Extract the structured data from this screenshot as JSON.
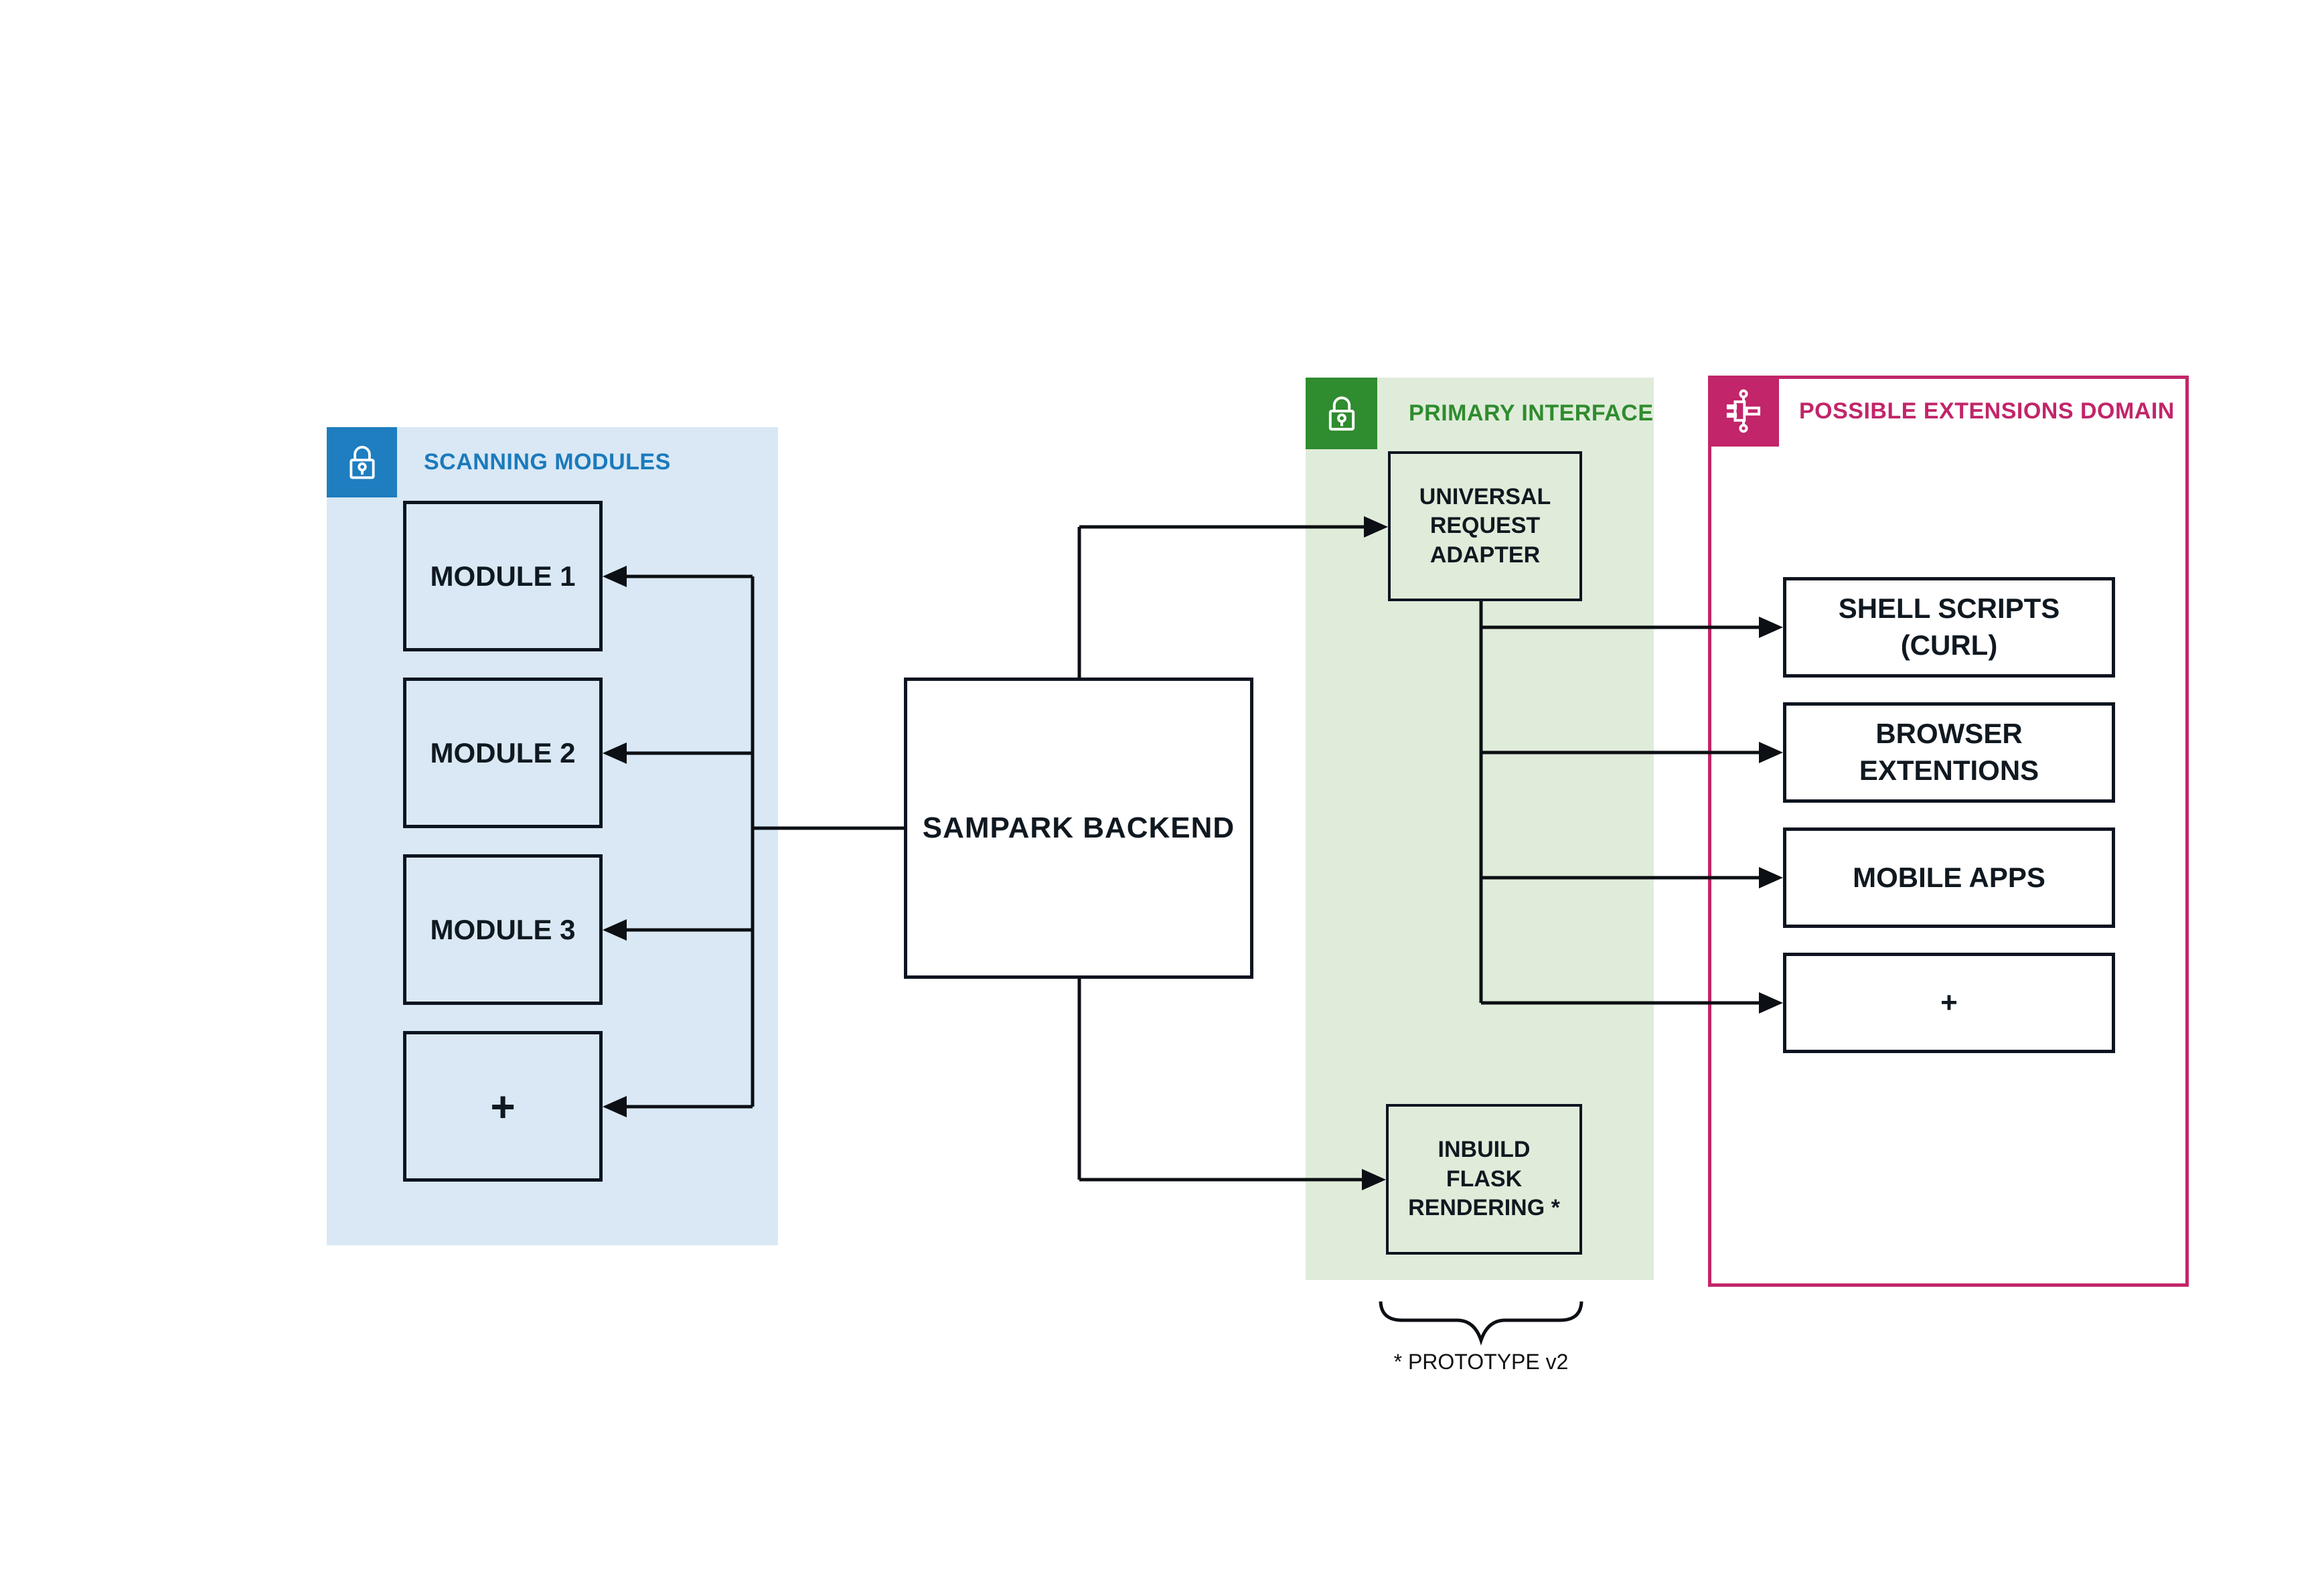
{
  "scanning": {
    "title": "SCANNING MODULES",
    "modules": [
      "MODULE 1",
      "MODULE 2",
      "MODULE 3",
      "+"
    ]
  },
  "backend": {
    "label": "SAMPARK BACKEND"
  },
  "primary": {
    "title": "PRIMARY INTERFACE",
    "adapter": "UNIVERSAL REQUEST ADAPTER",
    "flask": "INBUILD FLASK RENDERING *"
  },
  "extensions": {
    "title": "POSSIBLE EXTENSIONS DOMAIN",
    "items": [
      "SHELL SCRIPTS (CURL)",
      "BROWSER EXTENTIONS",
      "MOBILE APPS",
      "+"
    ]
  },
  "footnote": "* PROTOTYPE v2",
  "colors": {
    "blue": "#1e7ec0",
    "blue_panel": "#d9e8f4",
    "green": "#2f8c2f",
    "green_panel": "#e0ecda",
    "pink": "#c22569",
    "line": "#0c0f13"
  },
  "icons": {
    "scanning": "lock-icon",
    "primary": "lock-icon",
    "extensions": "workflow-icon"
  }
}
